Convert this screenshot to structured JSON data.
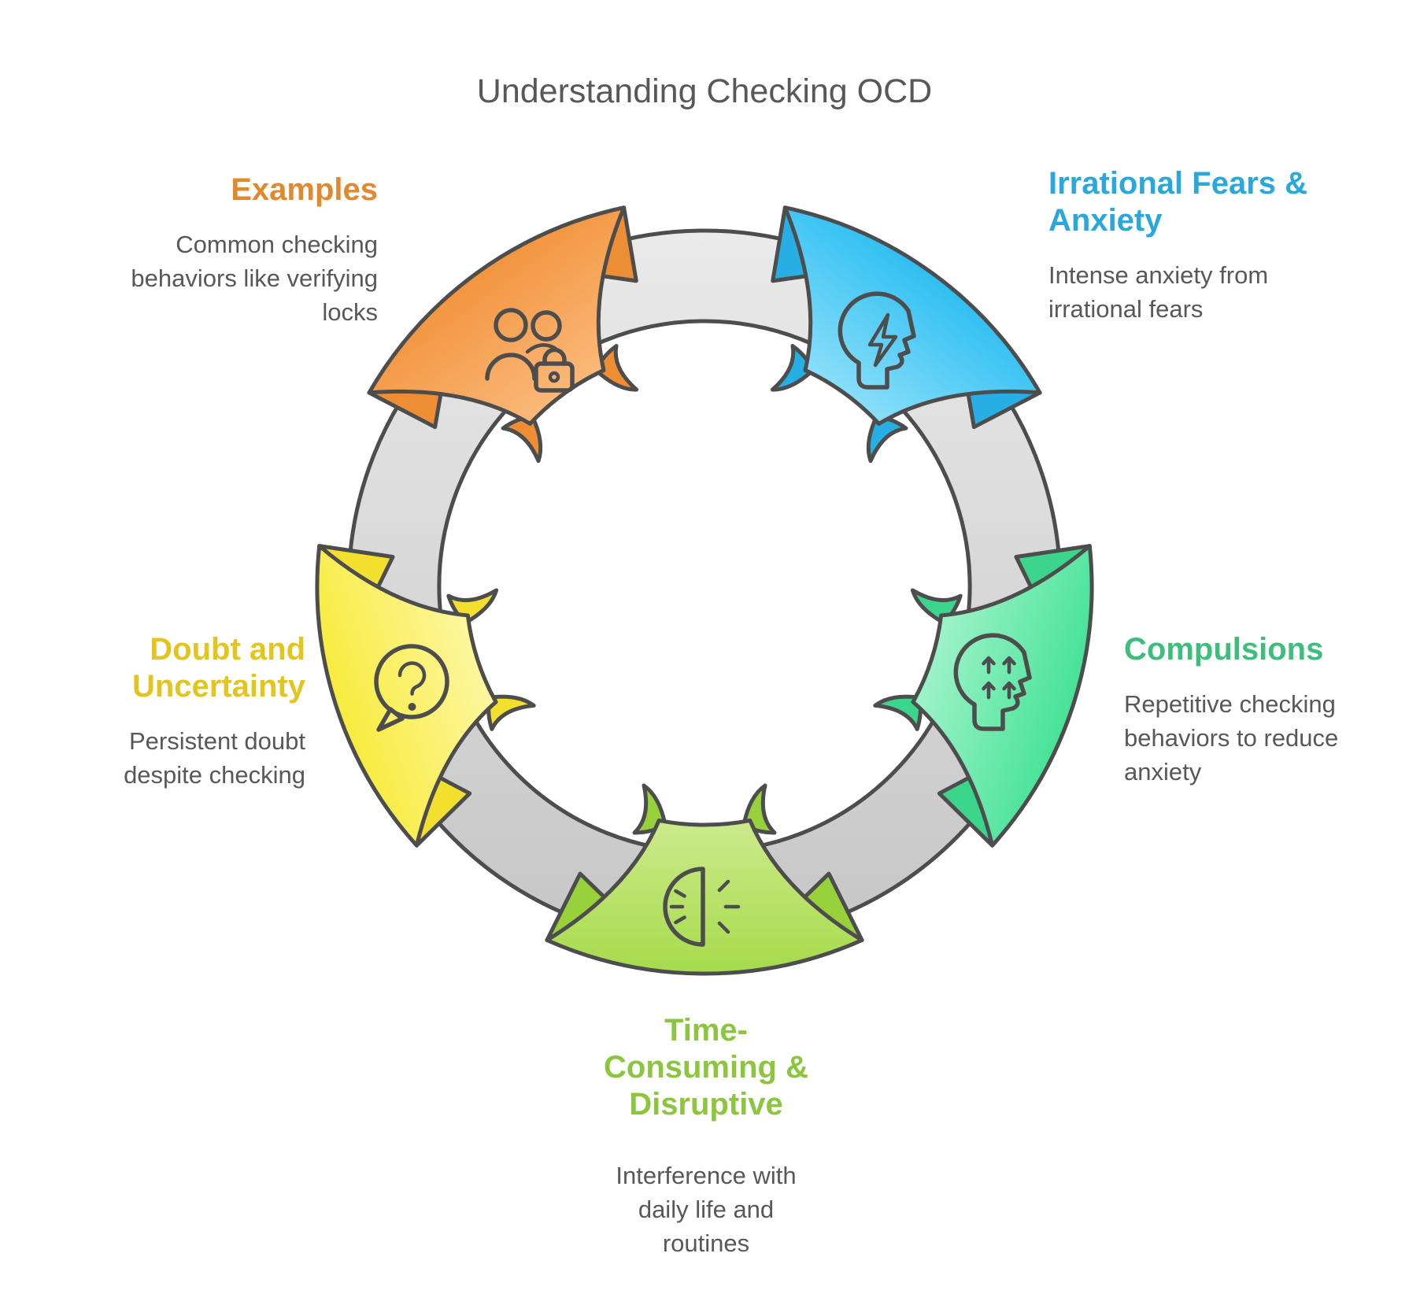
{
  "title": "Understanding Checking OCD",
  "theme": {
    "outline": "#4D4D4D",
    "text": "#57585B",
    "ring_light": "#EAEAEA",
    "ring_dark": "#C6C6C6",
    "background": "#FFFFFF"
  },
  "segments": [
    {
      "id": "examples",
      "label": "Examples",
      "description": "Common checking behaviors like verifying locks",
      "accent": "#E0892F",
      "fill_light": "#FBB97A",
      "fill_dark": "#F2953F",
      "fill_fold": "#ED8E35",
      "fill_mid": "#F6A458",
      "icon": "people-lock-icon"
    },
    {
      "id": "irrational-fears",
      "label": "Irrational Fears & Anxiety",
      "description": "Intense anxiety from irrational fears",
      "accent": "#2BA8DB",
      "fill_light": "#8BDFF9",
      "fill_dark": "#2FBFF2",
      "fill_fold": "#27AEE4",
      "fill_mid": "#55CCF5",
      "icon": "head-lightning-icon"
    },
    {
      "id": "compulsions",
      "label": "Compulsions",
      "description": "Repetitive checking behaviors to reduce anxiety",
      "accent": "#3DBE7D",
      "fill_light": "#9FF3CA",
      "fill_dark": "#47E296",
      "fill_fold": "#3BD68B",
      "fill_mid": "#6FE8AB",
      "icon": "head-arrows-icon"
    },
    {
      "id": "time-consuming",
      "label": "Time-Consuming & Disruptive",
      "description": "Interference with daily life and routines",
      "accent": "#8CC63F",
      "fill_light": "#CDEA8C",
      "fill_dark": "#A5DB4B",
      "fill_fold": "#97D13C",
      "fill_mid": "#B8E26B",
      "icon": "half-clock-icon"
    },
    {
      "id": "doubt",
      "label": "Doubt and Uncertainty",
      "description": "Persistent doubt despite checking",
      "accent": "#E2C51F",
      "fill_light": "#FDF7A0",
      "fill_dark": "#F8EB3E",
      "fill_fold": "#F2DF2E",
      "fill_mid": "#FAF06A",
      "icon": "question-bubble-icon"
    }
  ]
}
